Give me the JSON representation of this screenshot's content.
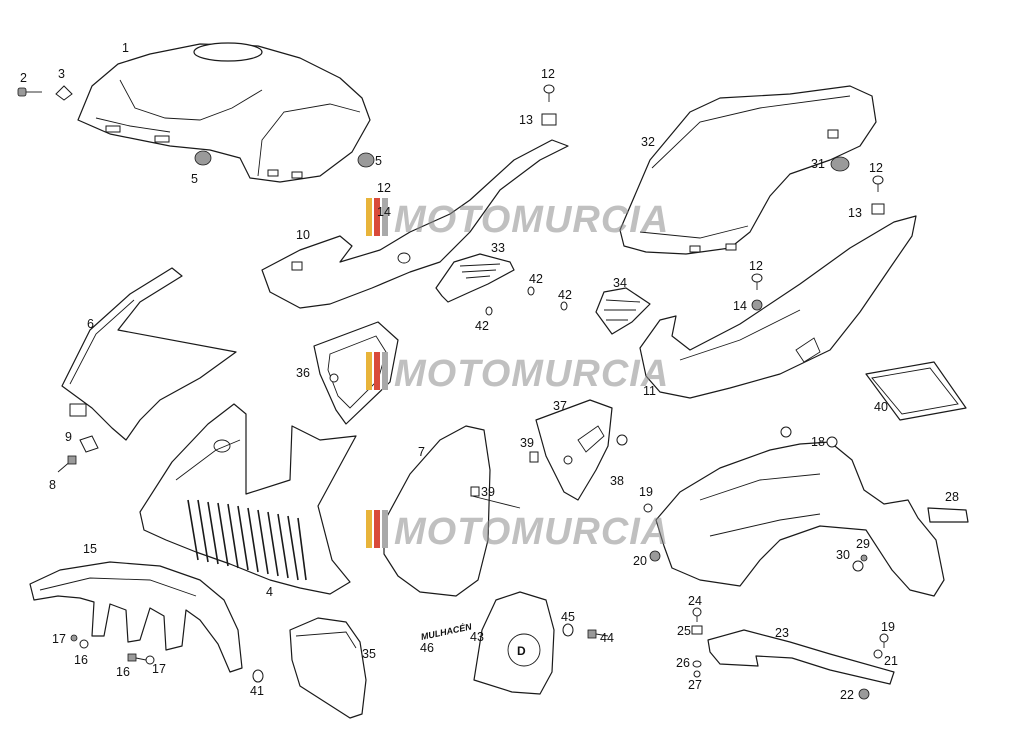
{
  "watermark": {
    "text": "MOTOMURCIA",
    "stripe_colors": [
      "#e8b43a",
      "#d94a3a",
      "#a9a9a9"
    ]
  },
  "decal_text": "MULHACÉN",
  "callouts": {
    "p1": "1",
    "p2": "2",
    "p3": "3",
    "p4": "4",
    "p5a": "5",
    "p5b": "5",
    "p6": "6",
    "p7": "7",
    "p8": "8",
    "p9": "9",
    "p10": "10",
    "p11": "11",
    "p12a": "12",
    "p12b": "12",
    "p12c": "12",
    "p12d": "12",
    "p13a": "13",
    "p13b": "13",
    "p14a": "14",
    "p14b": "14",
    "p15": "15",
    "p16a": "16",
    "p16b": "16",
    "p17a": "17",
    "p17b": "17",
    "p18": "18",
    "p19a": "19",
    "p19b": "19",
    "p20": "20",
    "p21": "21",
    "p22": "22",
    "p23": "23",
    "p24": "24",
    "p25": "25",
    "p26": "26",
    "p27": "27",
    "p28": "28",
    "p29": "29",
    "p30": "30",
    "p31": "31",
    "p32": "32",
    "p33": "33",
    "p34": "34",
    "p35": "35",
    "p36": "36",
    "p37": "37",
    "p38": "38",
    "p39a": "39",
    "p39b": "39",
    "p40": "40",
    "p41": "41",
    "p42a": "42",
    "p42b": "42",
    "p42c": "42",
    "p43": "43",
    "p44": "44",
    "p45": "45",
    "p46": "46"
  }
}
